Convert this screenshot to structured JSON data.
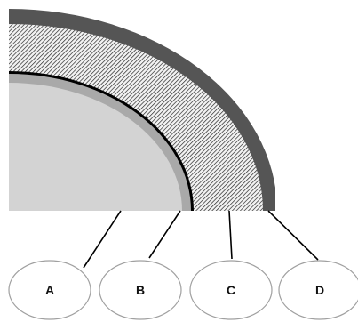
{
  "diagram": {
    "labels": [
      {
        "text": "A"
      },
      {
        "text": "B"
      },
      {
        "text": "C"
      },
      {
        "text": "D"
      }
    ],
    "colors": {
      "inner_fill": "#d3d3d3",
      "inner_band": "#a9a9a9",
      "boundary_line": "#000000",
      "hatch_background": "#f2f2f2",
      "hatch_stroke": "#2a2a2a",
      "outer_band": "#555555",
      "leader_line": "#000000",
      "oval_outline": "#a0a0a0"
    }
  }
}
